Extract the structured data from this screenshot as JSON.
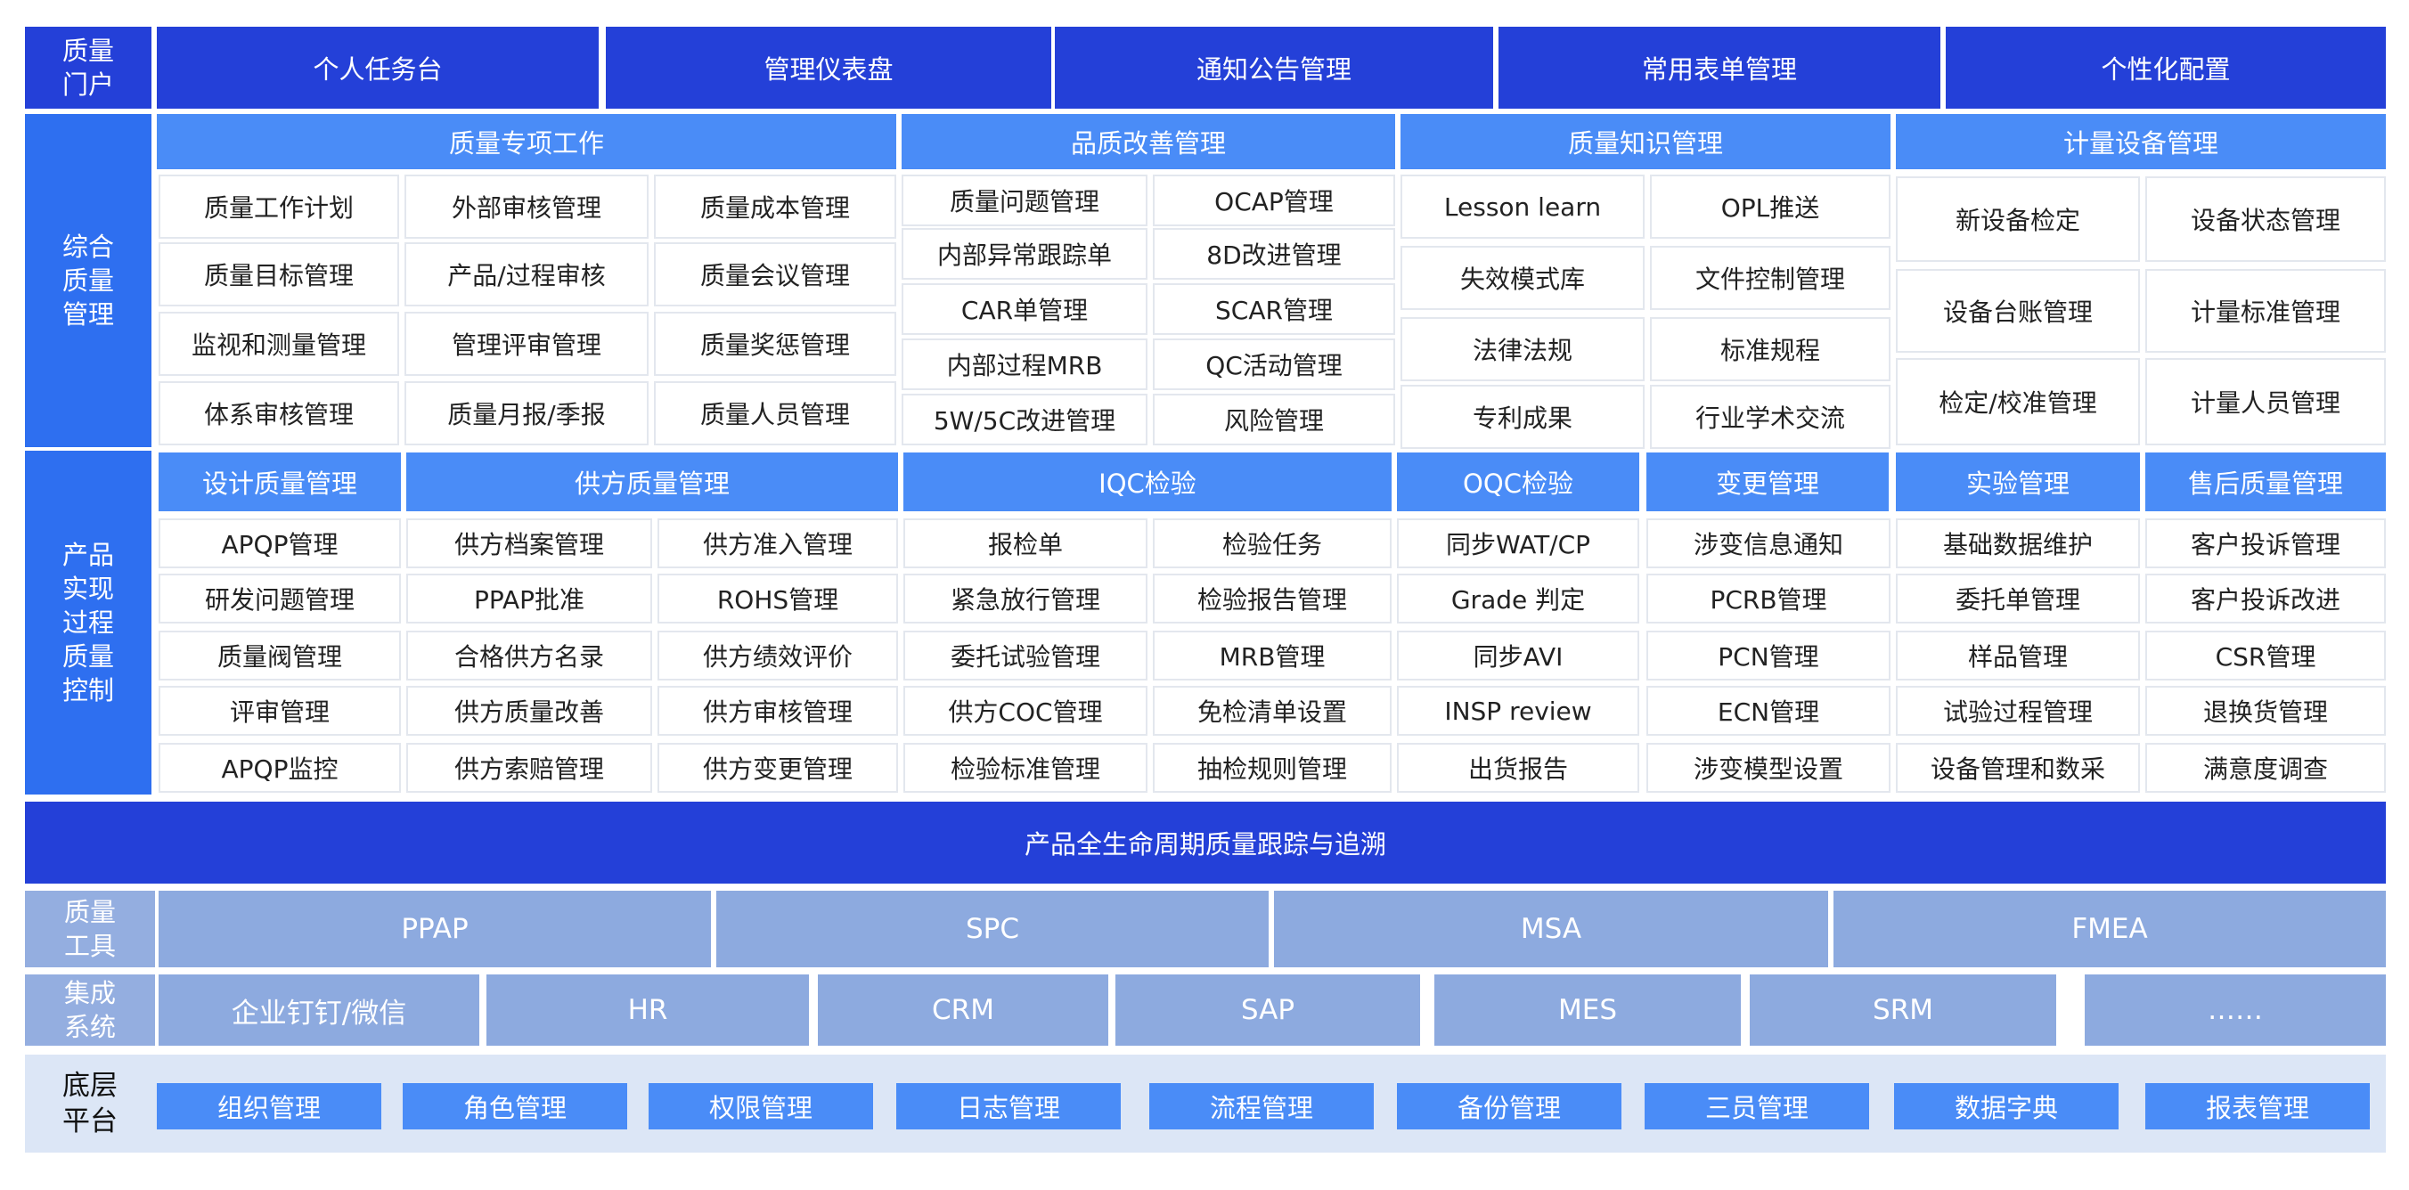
{
  "portal": {
    "label": "质量\n门户",
    "tabs": [
      "个人任务台",
      "管理仪表盘",
      "通知公告管理",
      "常用表单管理",
      "个性化配置"
    ]
  },
  "comprehensive": {
    "label": "综合\n质量\n管理",
    "sections": [
      {
        "title": "质量专项工作",
        "items": [
          "质量工作计划",
          "外部审核管理",
          "质量成本管理",
          "质量目标管理",
          "产品/过程审核",
          "质量会议管理",
          "监视和测量管理",
          "管理评审管理",
          "质量奖惩管理",
          "体系审核管理",
          "质量月报/季报",
          "质量人员管理"
        ]
      },
      {
        "title": "品质改善管理",
        "items": [
          "质量问题管理",
          "OCAP管理",
          "内部异常跟踪单",
          "8D改进管理",
          "CAR单管理",
          "SCAR管理",
          "内部过程MRB",
          "QC活动管理",
          "5W/5C改进管理",
          "风险管理"
        ]
      },
      {
        "title": "质量知识管理",
        "items": [
          "Lesson learn",
          "OPL推送",
          "失效模式库",
          "文件控制管理",
          "法律法规",
          "标准规程",
          "专利成果",
          "行业学术交流"
        ]
      },
      {
        "title": "计量设备管理",
        "items": [
          "新设备检定",
          "设备状态管理",
          "设备台账管理",
          "计量标准管理",
          "检定/校准管理",
          "计量人员管理"
        ]
      }
    ]
  },
  "realization": {
    "label": "产品\n实现\n过程\n质量\n控制",
    "sections": [
      {
        "title": "设计质量管理",
        "items": [
          "APQP管理",
          "研发问题管理",
          "质量阀管理",
          "评审管理",
          "APQP监控"
        ]
      },
      {
        "title": "供方质量管理",
        "items": [
          "供方档案管理",
          "供方准入管理",
          "PPAP批准",
          "ROHS管理",
          "合格供方名录",
          "供方绩效评价",
          "供方质量改善",
          "供方审核管理",
          "供方索赔管理",
          "供方变更管理"
        ]
      },
      {
        "title": "IQC检验",
        "items": [
          "报检单",
          "检验任务",
          "紧急放行管理",
          "检验报告管理",
          "委托试验管理",
          "MRB管理",
          "供方COC管理",
          "免检清单设置",
          "检验标准管理",
          "抽检规则管理"
        ]
      },
      {
        "title": "OQC检验",
        "items": [
          "同步WAT/CP",
          "Grade 判定",
          "同步AVI",
          "INSP review",
          "出货报告"
        ]
      },
      {
        "title": "变更管理",
        "items": [
          "涉变信息通知",
          "PCRB管理",
          "PCN管理",
          "ECN管理",
          "涉变模型设置"
        ]
      },
      {
        "title": "实验管理",
        "items": [
          "基础数据维护",
          "委托单管理",
          "样品管理",
          "试验过程管理",
          "设备管理和数采"
        ]
      },
      {
        "title": "售后质量管理",
        "items": [
          "客户投诉管理",
          "客户投诉改进",
          "CSR管理",
          "退换货管理",
          "满意度调查"
        ]
      }
    ]
  },
  "lifecycle": {
    "label": "产品全生命周期质量跟踪与追溯"
  },
  "tools": {
    "label": "质量\n工具",
    "items": [
      "PPAP",
      "SPC",
      "MSA",
      "FMEA"
    ]
  },
  "integration": {
    "label": "集成\n系统",
    "items": [
      "企业钉钉/微信",
      "HR",
      "CRM",
      "SAP",
      "MES",
      "SRM",
      "……"
    ]
  },
  "platform": {
    "label": "底层\n平台",
    "items": [
      "组织管理",
      "角色管理",
      "权限管理",
      "日志管理",
      "流程管理",
      "备份管理",
      "三员管理",
      "数据字典",
      "报表管理"
    ]
  },
  "colors": {
    "nav": "#2440d8",
    "section": "#4a8cf7",
    "side": "#2e6ff0",
    "tool": "#8daadf",
    "platform_bg": "#dce6f6"
  }
}
